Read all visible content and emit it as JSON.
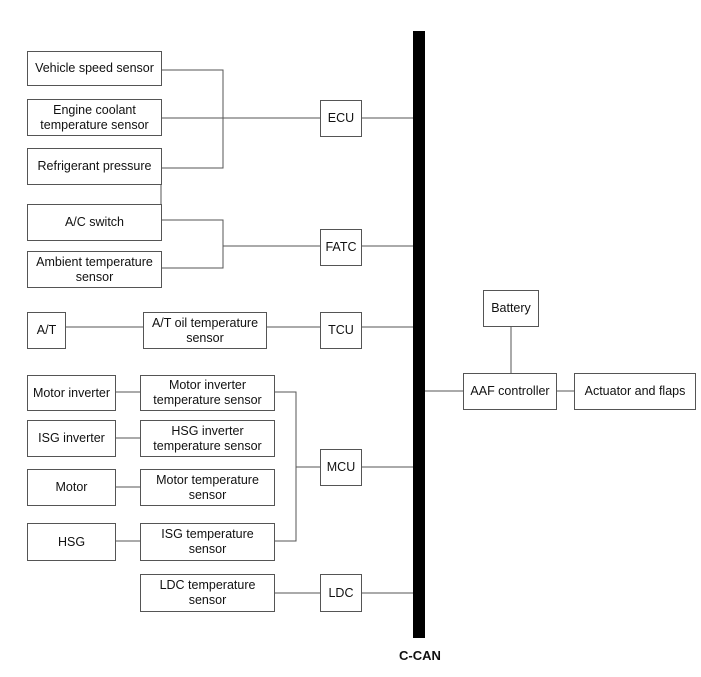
{
  "bus": {
    "label": "C-CAN"
  },
  "sensors": {
    "vehicle_speed": "Vehicle speed sensor",
    "engine_coolant": "Engine coolant\ntemperature sensor",
    "refrigerant_pressure": "Refrigerant pressure",
    "ac_switch": "A/C switch",
    "ambient_temp": "Ambient temperature\nsensor",
    "at": "A/T",
    "at_oil_temp": "A/T oil temperature\nsensor",
    "motor_inverter": "Motor inverter",
    "motor_inverter_temp": "Motor inverter\ntemperature sensor",
    "isg_inverter": "ISG inverter",
    "hsg_inverter_temp": "HSG inverter\ntemperature sensor",
    "motor": "Motor",
    "motor_temp": "Motor temperature\nsensor",
    "hsg": "HSG",
    "isg_temp": "ISG temperature\nsensor",
    "ldc_temp": "LDC temperature\nsensor"
  },
  "controllers": {
    "ecu": "ECU",
    "fatc": "FATC",
    "tcu": "TCU",
    "mcu": "MCU",
    "ldc": "LDC"
  },
  "aaf": {
    "battery": "Battery",
    "controller": "AAF controller",
    "actuator": "Actuator and flaps"
  }
}
